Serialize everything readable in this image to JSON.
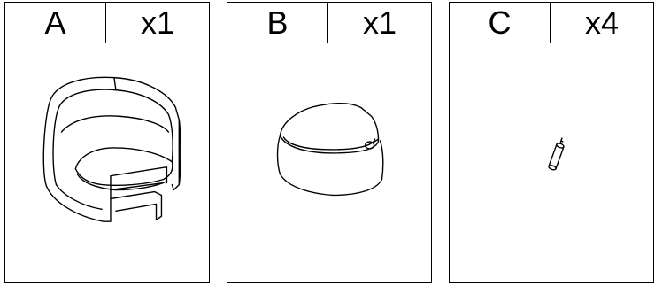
{
  "parts": [
    {
      "letter": "A",
      "quantity": "x1",
      "icon": "armchair-icon"
    },
    {
      "letter": "B",
      "quantity": "x1",
      "icon": "seat-cushion-icon"
    },
    {
      "letter": "C",
      "quantity": "x4",
      "icon": "leg-icon"
    }
  ]
}
